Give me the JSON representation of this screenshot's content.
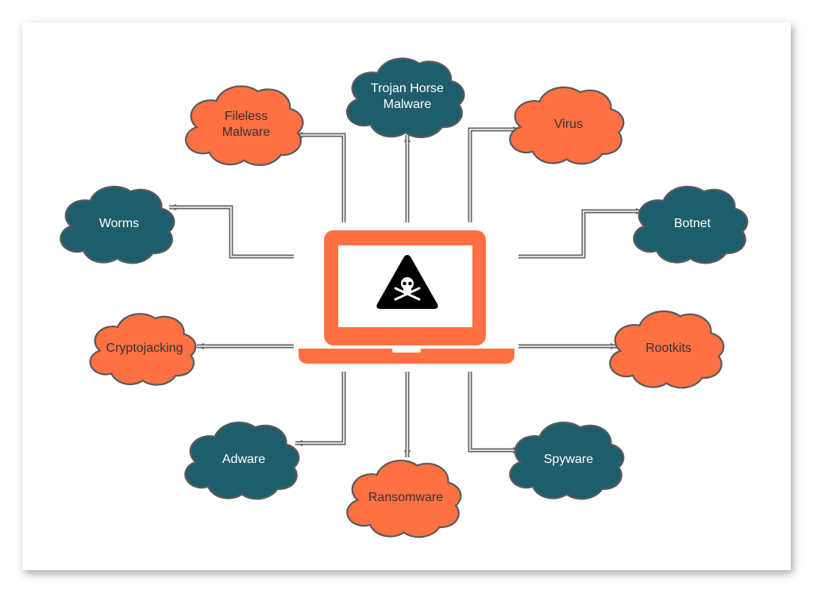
{
  "title": "Types of Malware",
  "colors": {
    "orange": "#FF7043",
    "teal": "#1E5E6C",
    "outline": "#5a5a5a",
    "connector": "#666666"
  },
  "center_icon": "laptop-skull-warning-icon",
  "nodes": [
    {
      "lines": [
        "Fileless",
        "Malware"
      ],
      "color": "orange"
    },
    {
      "lines": [
        "Trojan Horse",
        "Malware"
      ],
      "color": "teal"
    },
    {
      "lines": [
        "Virus"
      ],
      "color": "orange"
    },
    {
      "lines": [
        "Worms"
      ],
      "color": "teal"
    },
    {
      "lines": [
        "Botnet"
      ],
      "color": "teal"
    },
    {
      "lines": [
        "Cryptojacking"
      ],
      "color": "orange"
    },
    {
      "lines": [
        "Rootkits"
      ],
      "color": "orange"
    },
    {
      "lines": [
        "Adware"
      ],
      "color": "teal"
    },
    {
      "lines": [
        "Ransomware"
      ],
      "color": "orange"
    },
    {
      "lines": [
        "Spyware"
      ],
      "color": "teal"
    }
  ]
}
